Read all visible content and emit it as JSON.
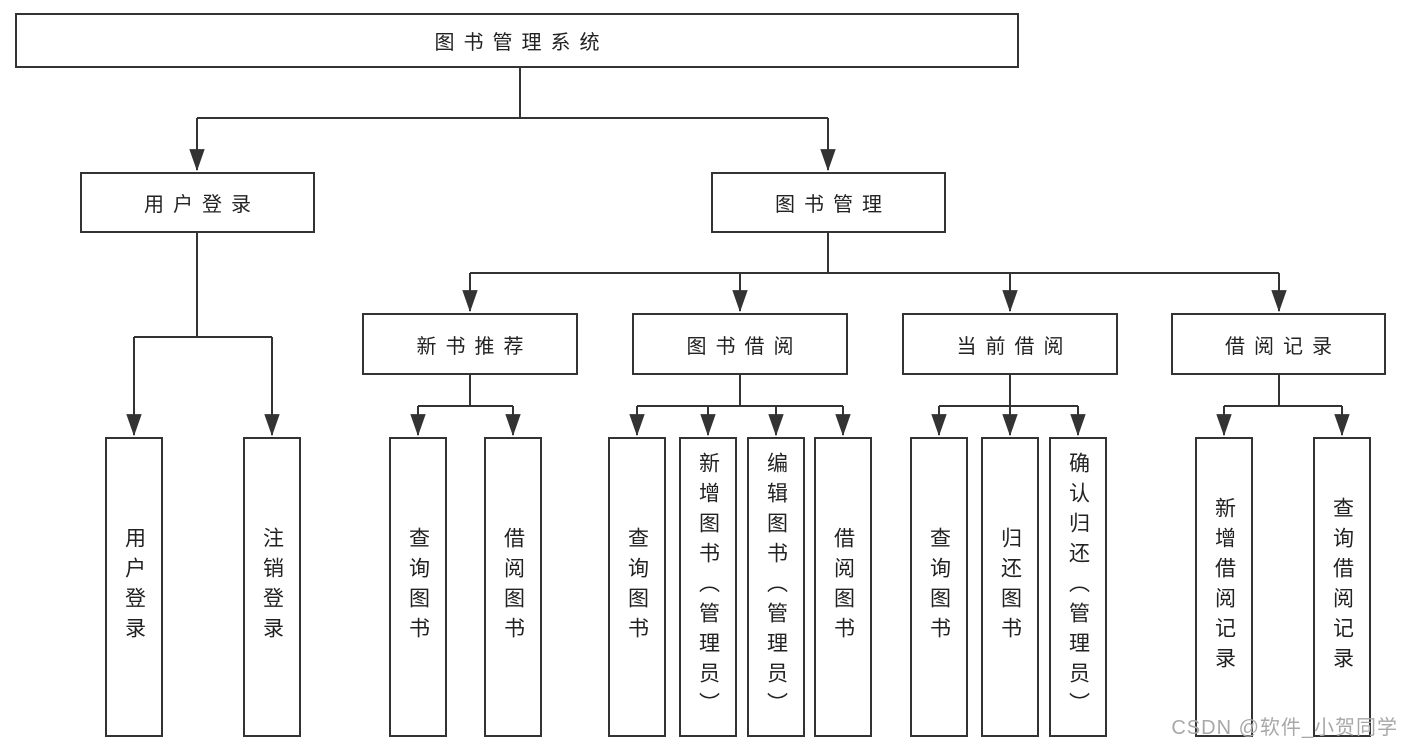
{
  "diagram": {
    "root": "图书管理系统",
    "nodes": {
      "user_login": "用户登录",
      "book_mgmt": "图书管理",
      "new_books": "新书推荐",
      "book_borrow": "图书借阅",
      "current_borrow": "当前借阅",
      "borrow_records": "借阅记录"
    },
    "leaves": {
      "user": [
        "用户登录",
        "注销登录"
      ],
      "new_books": [
        "查询图书",
        "借阅图书"
      ],
      "book_borrow": [
        "查询图书",
        "新增图书（管理员）",
        "编辑图书（管理员）",
        "借阅图书"
      ],
      "current_borrow": [
        "查询图书",
        "归还图书",
        "确认归还（管理员）"
      ],
      "borrow_records": [
        "新增借阅记录",
        "查询借阅记录"
      ]
    },
    "watermark": "CSDN @软件_小贺同学",
    "colors": {
      "line": "#333333",
      "text": "#222222",
      "watermark": "#a8a8a8",
      "background": "#ffffff"
    }
  }
}
